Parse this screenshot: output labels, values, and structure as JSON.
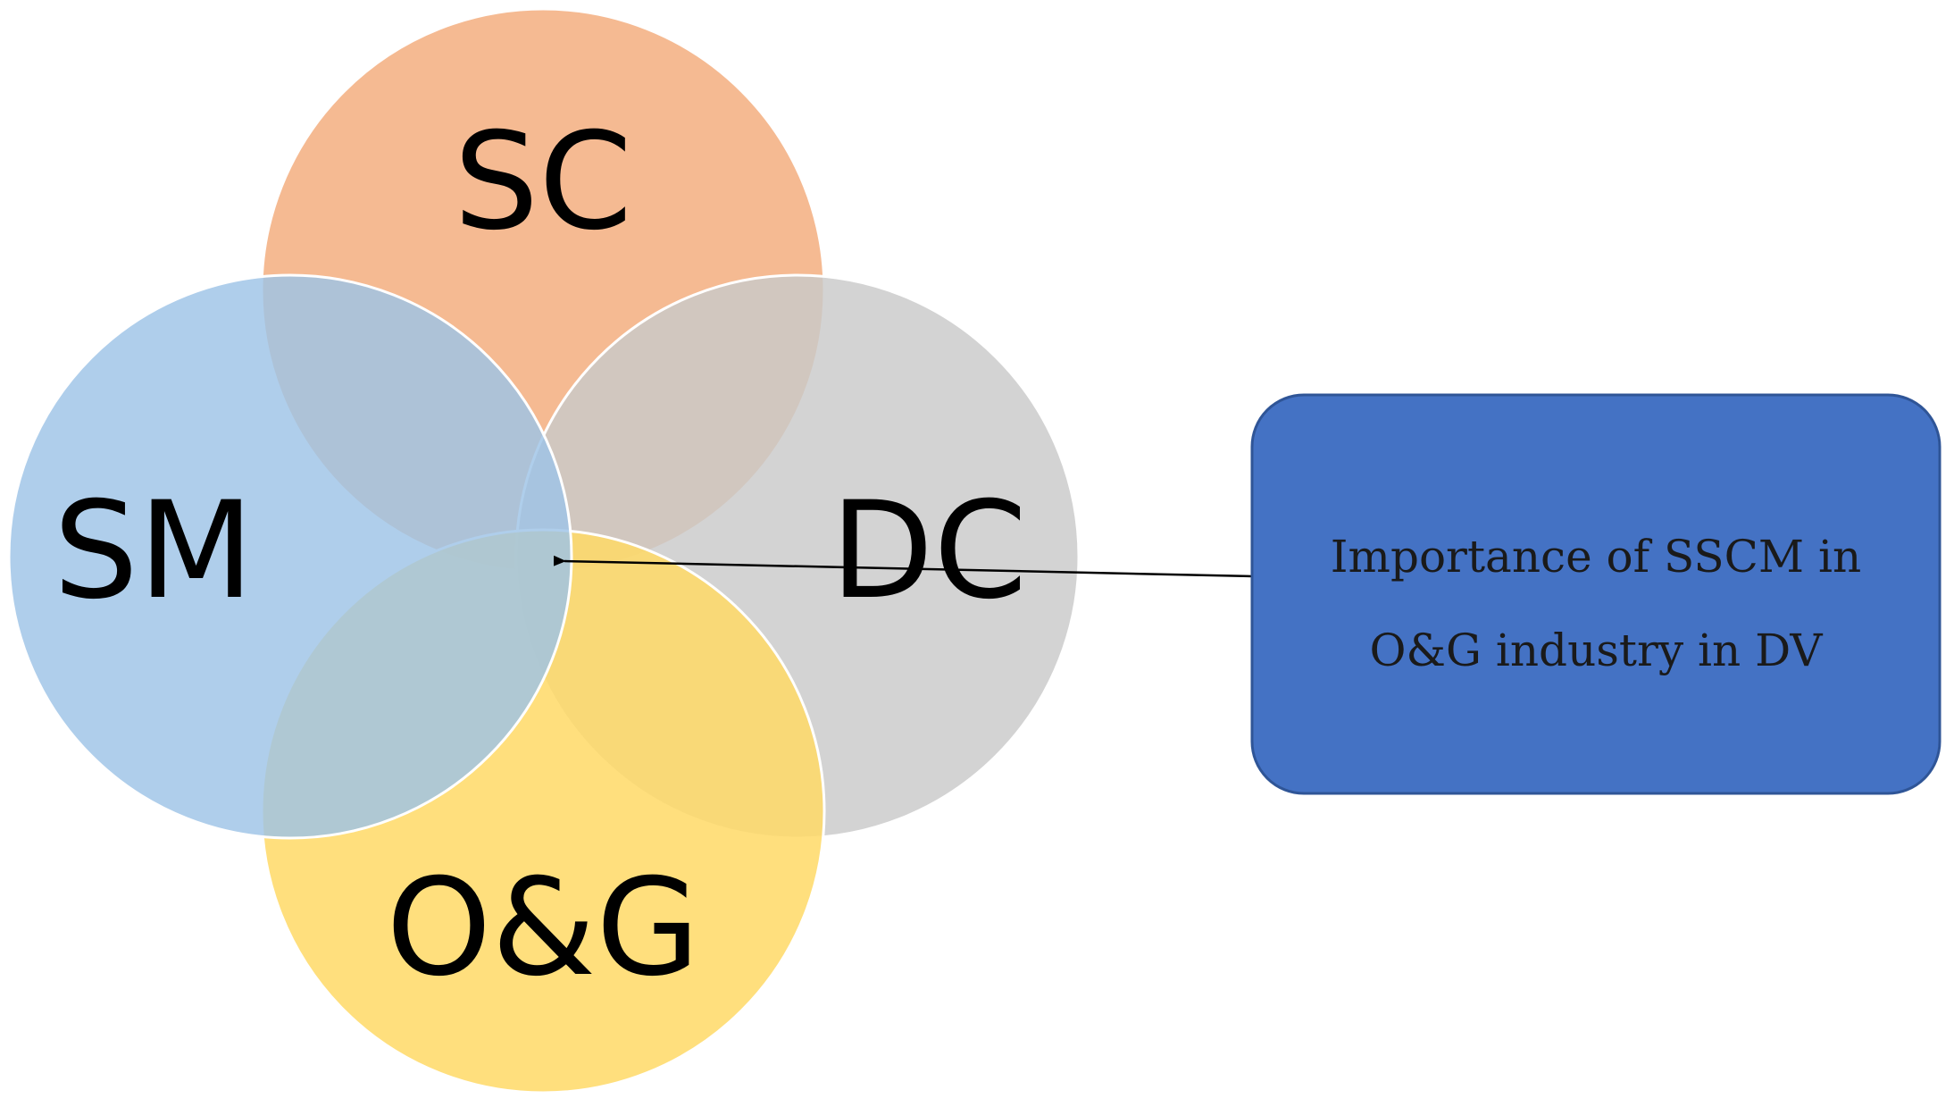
{
  "circles": {
    "sc": {
      "label": "SC",
      "fill": "#F4B183",
      "opacity": 0.88
    },
    "dc": {
      "label": "DC",
      "fill": "#C9C9C9",
      "opacity": 0.82
    },
    "og": {
      "label": "O&G",
      "fill": "#FFD966",
      "opacity": 0.85
    },
    "sm": {
      "label": "SM",
      "fill": "#9DC3E6",
      "opacity": 0.82
    }
  },
  "callout": {
    "line1": "Importance of SSCM in",
    "line2": "O&G industry in DV",
    "fill": "#4472C4",
    "border": "#2F5597"
  },
  "arrow_color": "#000000"
}
